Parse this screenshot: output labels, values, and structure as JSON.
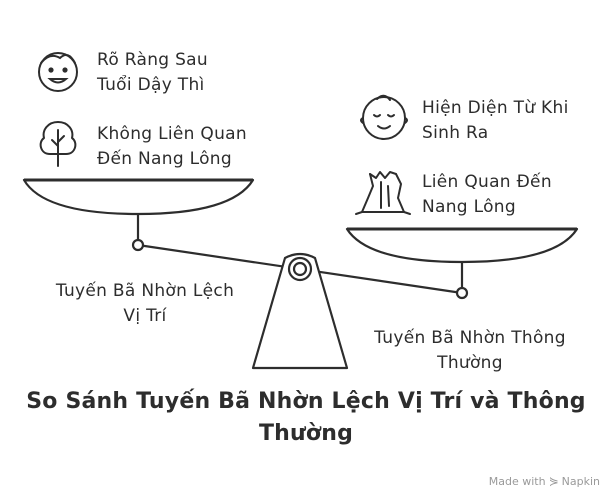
{
  "left_pan": {
    "item1": {
      "icon": "face-icon",
      "line1": "Rõ Ràng Sau",
      "line2": "Tuổi Dậy Thì"
    },
    "item2": {
      "icon": "tree-icon",
      "line1": "Không Liên Quan",
      "line2": "Đến Nang Lông"
    },
    "label": {
      "line1": "Tuyến Bã Nhờn Lệch",
      "line2": "Vị Trí"
    }
  },
  "right_pan": {
    "item1": {
      "icon": "baby-face-icon",
      "line1": "Hiện Diện Từ Khi",
      "line2": "Sinh Ra"
    },
    "item2": {
      "icon": "tree-stump-icon",
      "line1": "Liên Quan Đến",
      "line2": "Nang Lông"
    },
    "label": {
      "line1": "Tuyến Bã Nhờn Thông",
      "line2": "Thường"
    }
  },
  "title": {
    "line1": "So Sánh Tuyến Bã Nhờn Lệch Vị Trí và Thông",
    "line2": "Thường"
  },
  "credit": {
    "prefix": "Made with",
    "brand": "Napkin"
  },
  "colors": {
    "ink": "#2d2d2d",
    "pan_fill": "#ffffff",
    "muted": "#9a9a9a"
  }
}
